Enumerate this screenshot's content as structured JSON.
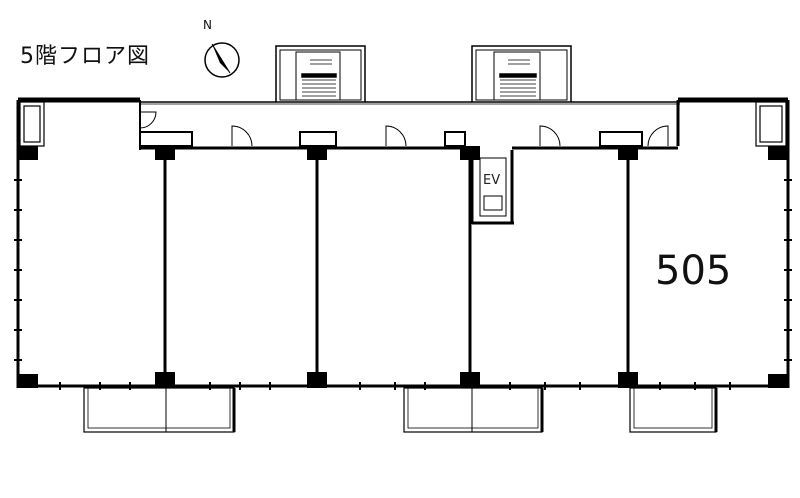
{
  "floor_title": "5階フロア図",
  "unit_number": "505",
  "ev_label": "EV",
  "north_label": "N",
  "colors": {
    "wall": "#000000",
    "background": "#ffffff",
    "line": "#222222"
  }
}
